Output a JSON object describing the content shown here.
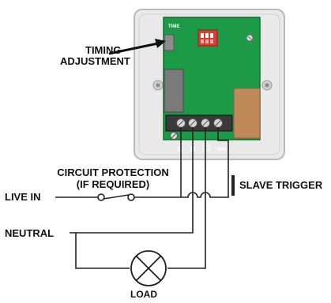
{
  "labels": {
    "timing_line1": "TIMING",
    "timing_line2": "ADJUSTMENT",
    "time": "TIME",
    "circuit_line1": "CIRCUIT PROTECTION",
    "circuit_line2": "(IF REQUIRED)",
    "live_in": "LIVE IN",
    "neutral": "NEUTRAL",
    "slave_trigger": "SLAVE TRIGGER",
    "load": "LOAD"
  },
  "terminals": {
    "l": "L",
    "n": "N",
    "live_out_line1": "LIVE",
    "live_out_line2": "OUT",
    "trig": "TRIG"
  },
  "colors": {
    "housing": "#e8e8e8",
    "pcb": "#1e9e4a",
    "dip_switch": "#e23a2f",
    "terminal_block": "#2e2e2e",
    "component": "#c08a5a",
    "wire": "#222222"
  }
}
